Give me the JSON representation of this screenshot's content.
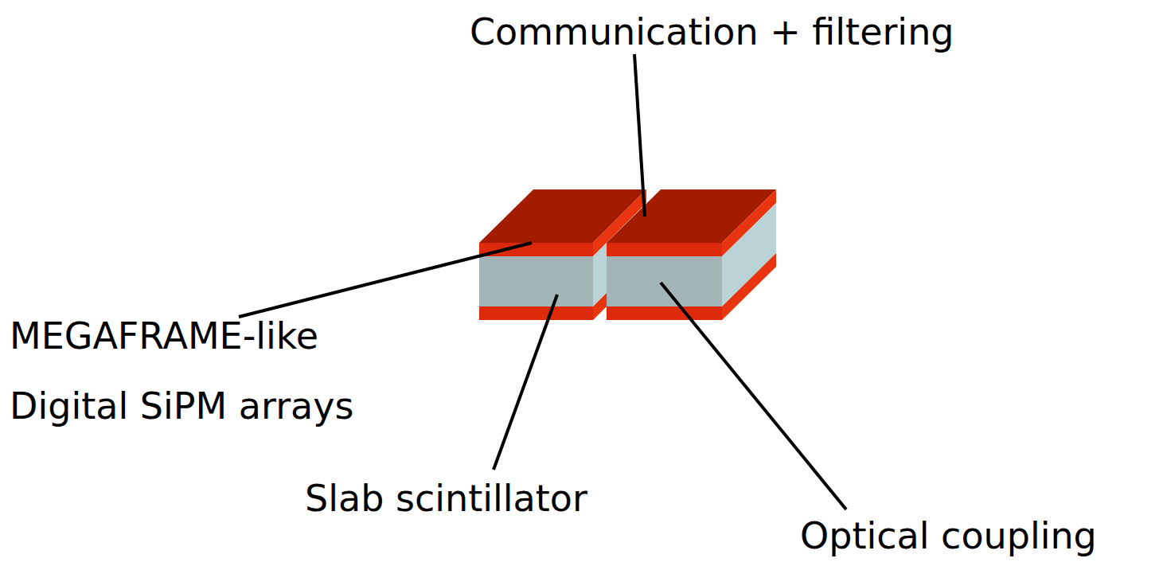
{
  "diagram": {
    "labels": [
      "Communication + filtering",
      "MEGAFRAME-like Digital SiPM arrays",
      "Slab scintillator",
      "Optical coupling"
    ]
  }
}
